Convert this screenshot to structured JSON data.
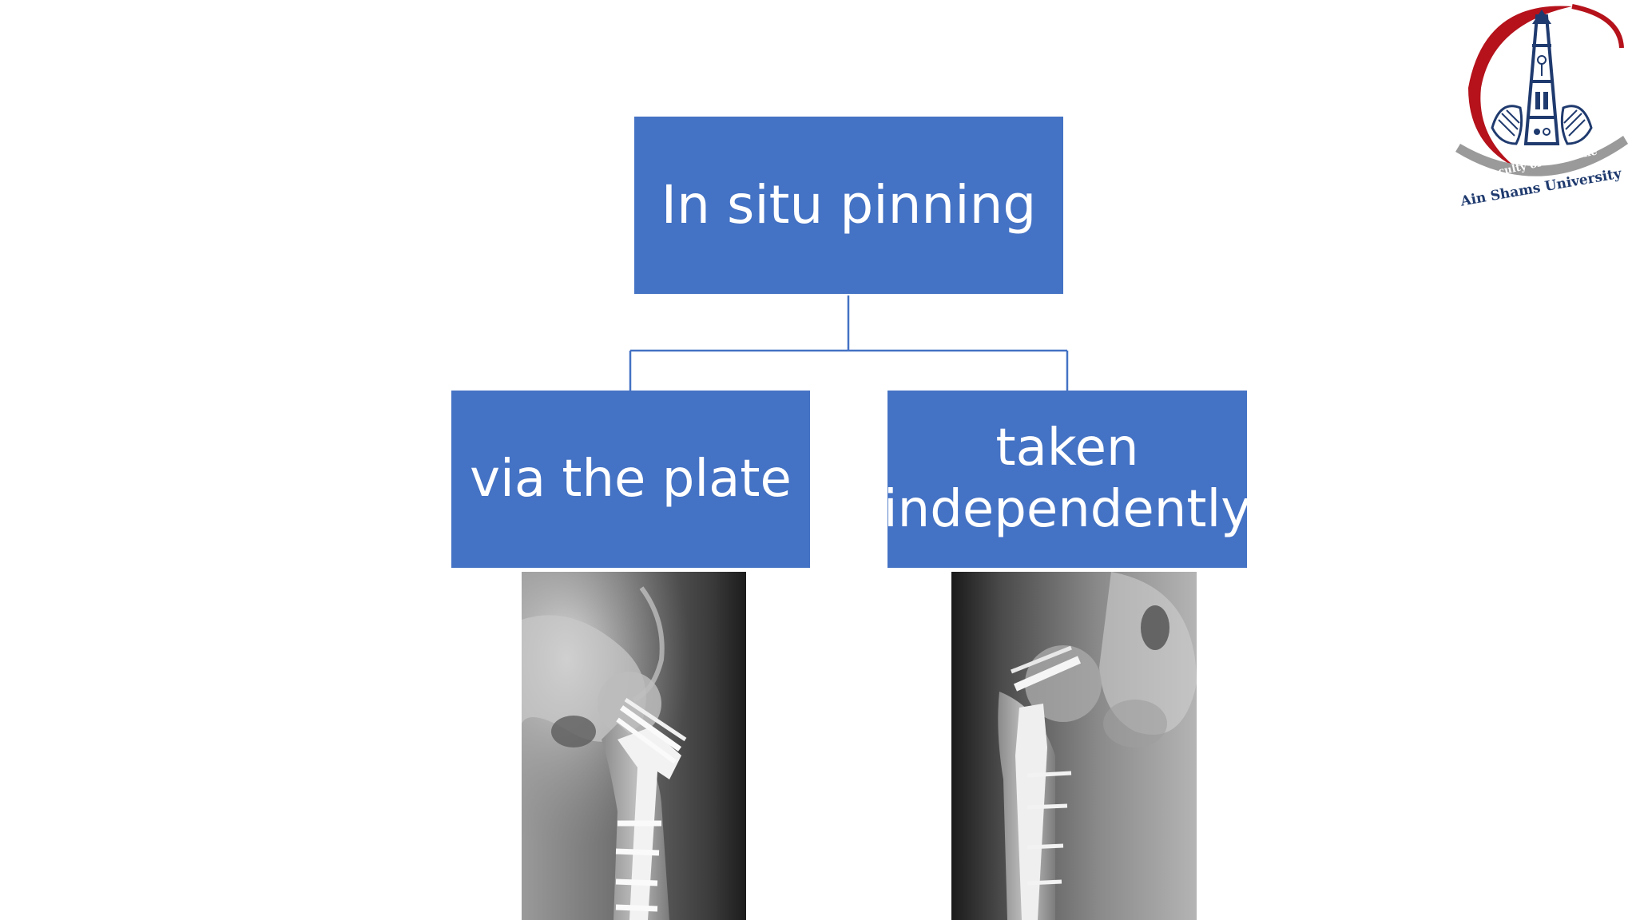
{
  "diagram": {
    "root": {
      "label": "In situ pinning"
    },
    "children": [
      {
        "label": "via the plate"
      },
      {
        "label": "taken independently"
      }
    ]
  },
  "logo": {
    "arc_text_top": "Faculty of Medicine",
    "arc_text_bottom": "Ain Shams University"
  },
  "colors": {
    "box_fill": "#4472c4",
    "connector": "#4472c4",
    "logo_red": "#b5121b",
    "logo_navy": "#1f3a6e"
  },
  "images": {
    "left": {
      "icon": "hip-xray-plate-icon"
    },
    "right": {
      "icon": "hip-xray-independent-screw-icon"
    }
  }
}
